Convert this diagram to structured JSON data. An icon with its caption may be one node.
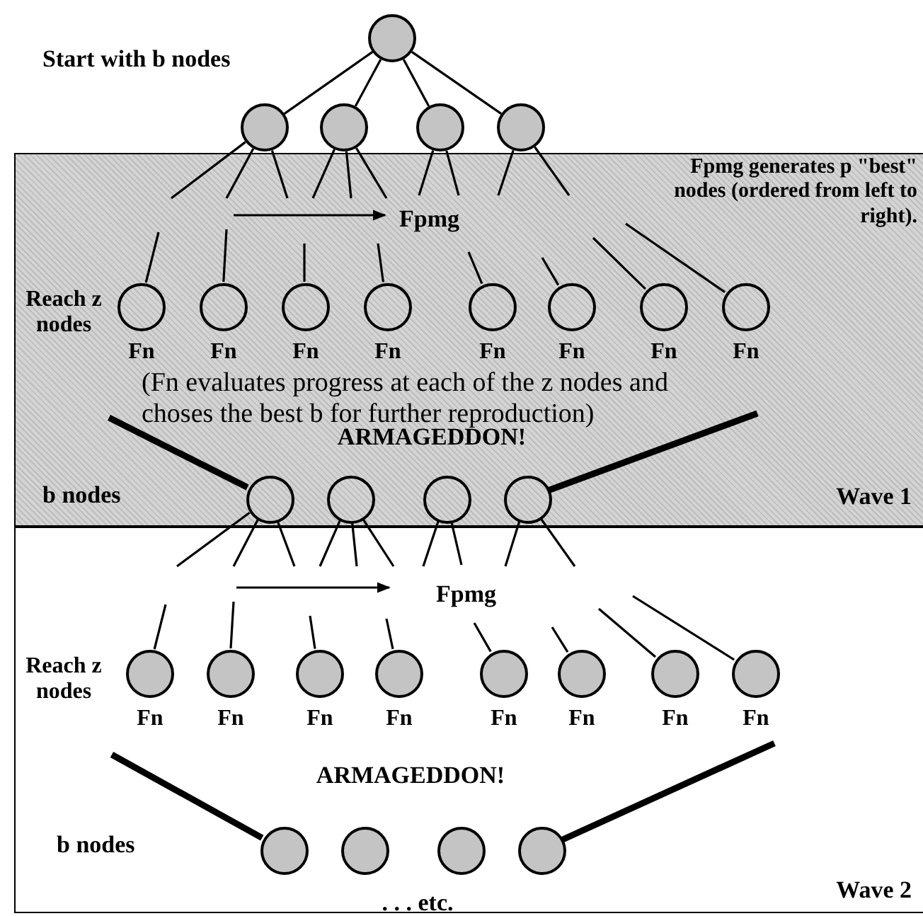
{
  "diagram": {
    "nodes": [
      {
        "text": [],
        "shape": "circle"
      },
      {
        "text": [],
        "shape": "circle"
      },
      {
        "text": [],
        "shape": "circle"
      },
      {
        "text": [],
        "shape": "circle"
      },
      {
        "text": [],
        "shape": "circle"
      },
      {
        "text": [
          "Wave 1"
        ]
      },
      {
        "text": [],
        "shape": "circle",
        "in": 5,
        "beside": [
          "Fn"
        ]
      },
      {
        "text": [],
        "shape": "circle",
        "in": 5,
        "beside": [
          "Fn"
        ]
      },
      {
        "text": [],
        "shape": "circle",
        "in": 5,
        "beside": [
          "Fn"
        ]
      },
      {
        "text": [],
        "shape": "circle",
        "in": 5,
        "beside": [
          "Fn"
        ]
      },
      {
        "text": [],
        "shape": "circle",
        "in": 5,
        "beside": [
          "Fn"
        ]
      },
      {
        "text": [],
        "shape": "circle",
        "in": 5,
        "beside": [
          "Fn"
        ]
      },
      {
        "text": [],
        "shape": "circle",
        "in": 5,
        "beside": [
          "Fn"
        ]
      },
      {
        "text": [],
        "shape": "circle",
        "in": 5,
        "beside": [
          "Fn"
        ]
      },
      {
        "text": [],
        "shape": "circle",
        "in": 5
      },
      {
        "text": [],
        "shape": "circle",
        "in": 5
      },
      {
        "text": [],
        "shape": "circle",
        "in": 5
      },
      {
        "text": [],
        "shape": "circle",
        "in": 5
      },
      {
        "text": [
          "Wave 2"
        ]
      },
      {
        "text": [],
        "shape": "circle",
        "in": 18,
        "beside": [
          "Fn"
        ]
      },
      {
        "text": [],
        "shape": "circle",
        "in": 18,
        "beside": [
          "Fn"
        ]
      },
      {
        "text": [],
        "shape": "circle",
        "in": 18,
        "beside": [
          "Fn"
        ]
      },
      {
        "text": [],
        "shape": "circle",
        "in": 18,
        "beside": [
          "Fn"
        ]
      },
      {
        "text": [],
        "shape": "circle",
        "in": 18,
        "beside": [
          "Fn"
        ]
      },
      {
        "text": [],
        "shape": "circle",
        "in": 18,
        "beside": [
          "Fn"
        ]
      },
      {
        "text": [],
        "shape": "circle",
        "in": 18,
        "beside": [
          "Fn"
        ]
      },
      {
        "text": [],
        "shape": "circle",
        "in": 18,
        "beside": [
          "Fn"
        ]
      },
      {
        "text": [],
        "shape": "circle",
        "in": 18
      },
      {
        "text": [],
        "shape": "circle",
        "in": 18
      },
      {
        "text": [],
        "shape": "circle",
        "in": 18
      },
      {
        "text": [],
        "shape": "circle",
        "in": 18
      }
    ],
    "edges": [
      {
        "from": 0,
        "to": 1,
        "arrow": "none"
      },
      {
        "from": 0,
        "to": 2,
        "arrow": "none"
      },
      {
        "from": 0,
        "to": 3,
        "arrow": "none"
      },
      {
        "from": 0,
        "to": 4,
        "arrow": "none"
      },
      {
        "from": 1,
        "to": null,
        "arrow": "none"
      },
      {
        "from": 1,
        "to": null,
        "arrow": "none"
      },
      {
        "from": 1,
        "to": null,
        "arrow": "none"
      },
      {
        "from": 2,
        "to": null,
        "arrow": "none"
      },
      {
        "from": 2,
        "to": null,
        "arrow": "none"
      },
      {
        "from": 2,
        "to": null,
        "arrow": "none"
      },
      {
        "from": 3,
        "to": null,
        "arrow": "none"
      },
      {
        "from": 3,
        "to": null,
        "arrow": "none"
      },
      {
        "from": 4,
        "to": null,
        "arrow": "none"
      },
      {
        "from": 4,
        "to": null,
        "arrow": "none"
      },
      {
        "from": null,
        "to": 6,
        "arrow": "none"
      },
      {
        "from": null,
        "to": 7,
        "arrow": "none"
      },
      {
        "from": null,
        "to": 8,
        "arrow": "none"
      },
      {
        "from": null,
        "to": 9,
        "arrow": "none"
      },
      {
        "from": null,
        "to": 10,
        "arrow": "none"
      },
      {
        "from": null,
        "to": 11,
        "arrow": "none"
      },
      {
        "from": null,
        "to": 12,
        "arrow": "none"
      },
      {
        "from": null,
        "to": 13,
        "arrow": "none"
      },
      {
        "from": null,
        "to": 14,
        "arrow": "none",
        "style": "thick"
      },
      {
        "from": null,
        "to": 17,
        "arrow": "none",
        "style": "thick"
      },
      {
        "from": 14,
        "to": null,
        "arrow": "none"
      },
      {
        "from": 14,
        "to": null,
        "arrow": "none"
      },
      {
        "from": 14,
        "to": null,
        "arrow": "none"
      },
      {
        "from": 15,
        "to": null,
        "arrow": "none"
      },
      {
        "from": 15,
        "to": null,
        "arrow": "none"
      },
      {
        "from": 15,
        "to": null,
        "arrow": "none"
      },
      {
        "from": 16,
        "to": null,
        "arrow": "none"
      },
      {
        "from": 16,
        "to": null,
        "arrow": "none"
      },
      {
        "from": 17,
        "to": null,
        "arrow": "none"
      },
      {
        "from": 17,
        "to": null,
        "arrow": "none"
      },
      {
        "from": null,
        "to": 19,
        "arrow": "none"
      },
      {
        "from": null,
        "to": 20,
        "arrow": "none"
      },
      {
        "from": null,
        "to": 21,
        "arrow": "none"
      },
      {
        "from": null,
        "to": 22,
        "arrow": "none"
      },
      {
        "from": null,
        "to": 23,
        "arrow": "none"
      },
      {
        "from": null,
        "to": 24,
        "arrow": "none"
      },
      {
        "from": null,
        "to": 25,
        "arrow": "none"
      },
      {
        "from": null,
        "to": 26,
        "arrow": "none"
      },
      {
        "from": null,
        "to": 27,
        "arrow": "none",
        "style": "thick"
      },
      {
        "from": null,
        "to": 30,
        "arrow": "none",
        "style": "thick"
      }
    ],
    "labels": [
      "Start with b nodes",
      "Fpmg generates p \"best\" nodes (ordered from left to right).",
      "Fpmg",
      "Reach z nodes",
      "(Fn evaluates progress at each of the z nodes and choses the best b for further reproduction)",
      "ARMAGEDDON!",
      "b nodes",
      "Fpmg",
      "Reach z nodes",
      "ARMAGEDDON!",
      "b nodes",
      ". . . etc."
    ]
  }
}
